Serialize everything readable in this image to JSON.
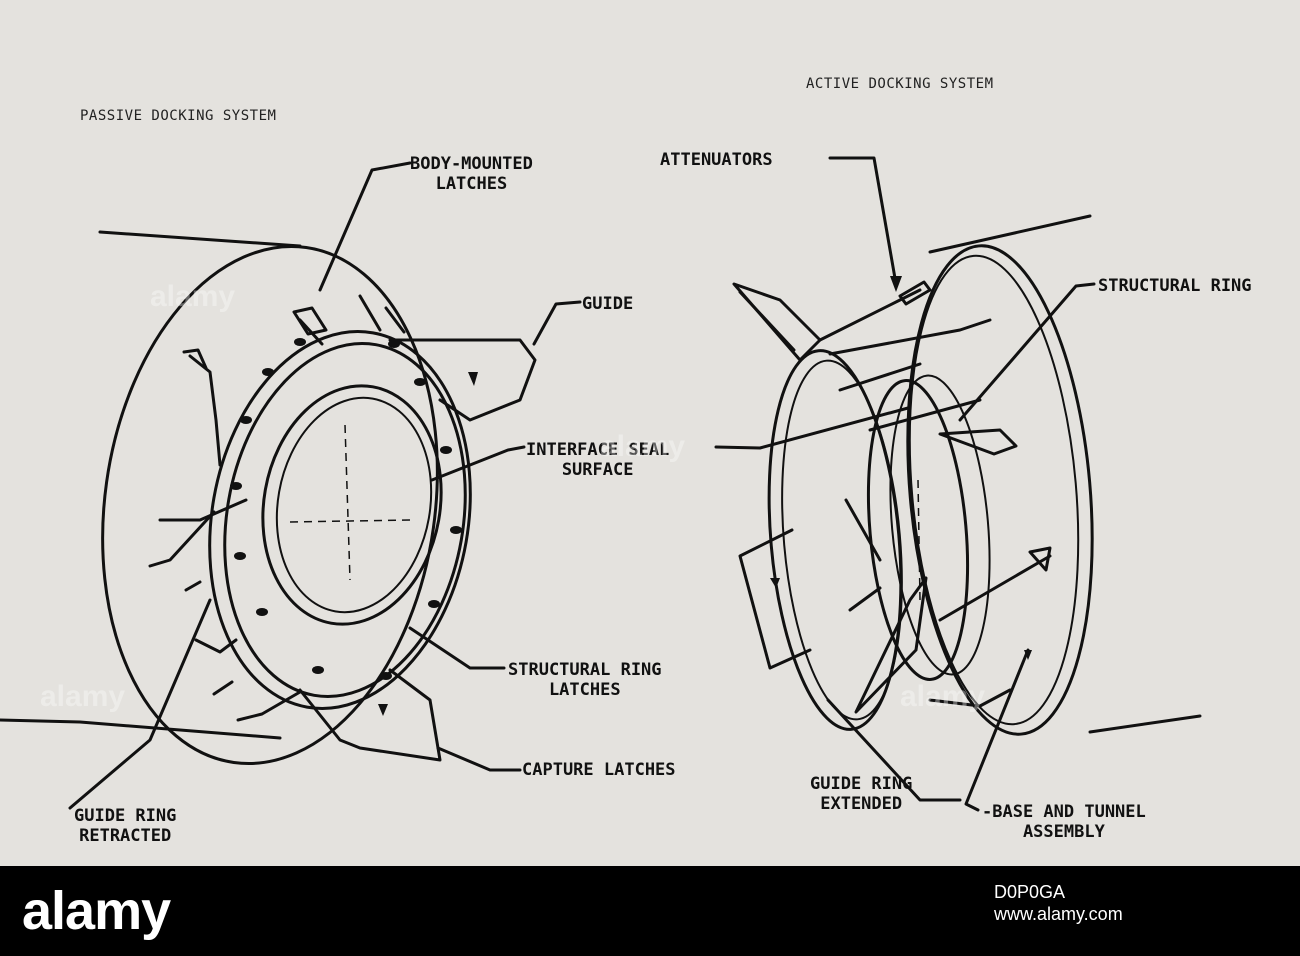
{
  "headers": {
    "passive": "PASSIVE DOCKING SYSTEM",
    "active": "ACTIVE DOCKING SYSTEM"
  },
  "labels": {
    "body_mounted_latches": "BODY-MOUNTED\nLATCHES",
    "guide": "GUIDE",
    "interface_seal_surface": "INTERFACE SEAL\nSURFACE",
    "structural_ring_latches": "STRUCTURAL RING\nLATCHES",
    "capture_latches": "CAPTURE LATCHES",
    "guide_ring_retracted": "GUIDE RING\nRETRACTED",
    "attenuators": "ATTENUATORS",
    "structural_ring": "STRUCTURAL RING",
    "guide_ring_extended": "GUIDE RING\nEXTENDED",
    "base_and_tunnel_assembly": "-BASE AND TUNNEL\nASSEMBLY"
  },
  "watermark": {
    "brand": "alamy",
    "image_id": "D0P0GA",
    "url": "www.alamy.com"
  }
}
